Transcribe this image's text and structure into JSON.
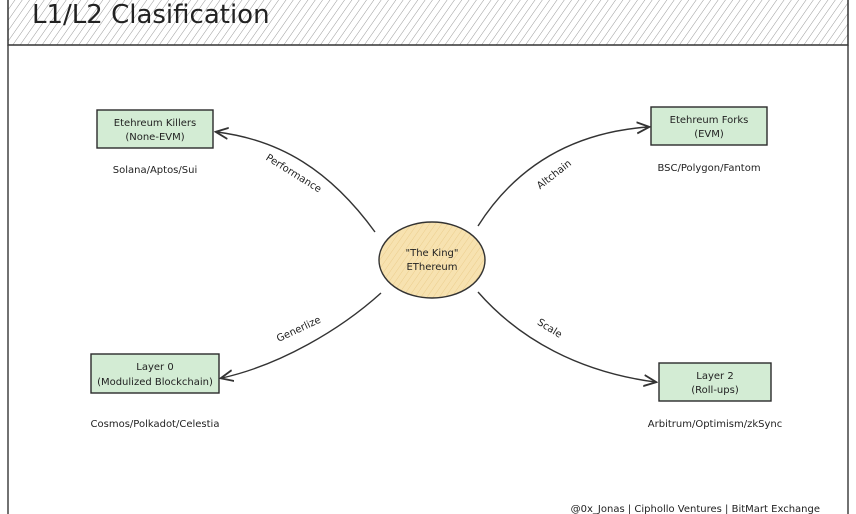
{
  "title": "L1/L2 Clasification",
  "center": {
    "line1": "\"The King\"",
    "line2": "EThereum"
  },
  "nodes": {
    "top_left": {
      "line1": "Etehreum Killers",
      "line2": "(None-EVM)",
      "examples": "Solana/Aptos/Sui",
      "edge": "Performance"
    },
    "top_right": {
      "line1": "Etehreum Forks",
      "line2": "(EVM)",
      "examples": "BSC/Polygon/Fantom",
      "edge": "Altchain"
    },
    "bottom_left": {
      "line1": "Layer 0",
      "line2": "(Modulized Blockchain)",
      "examples": "Cosmos/Polkadot/Celestia",
      "edge": "Generlize"
    },
    "bottom_right": {
      "line1": "Layer 2",
      "line2": "(Roll-ups)",
      "examples": "Arbitrum/Optimism/zkSync",
      "edge": "Scale"
    }
  },
  "credit": "@0x_Jonas | Ciphollo Ventures | BitMart Exchange",
  "colors": {
    "box_fill": "#d3ecd4",
    "box_stroke": "#2b2b2b",
    "ellipse_fill": "#f7dfa8"
  }
}
